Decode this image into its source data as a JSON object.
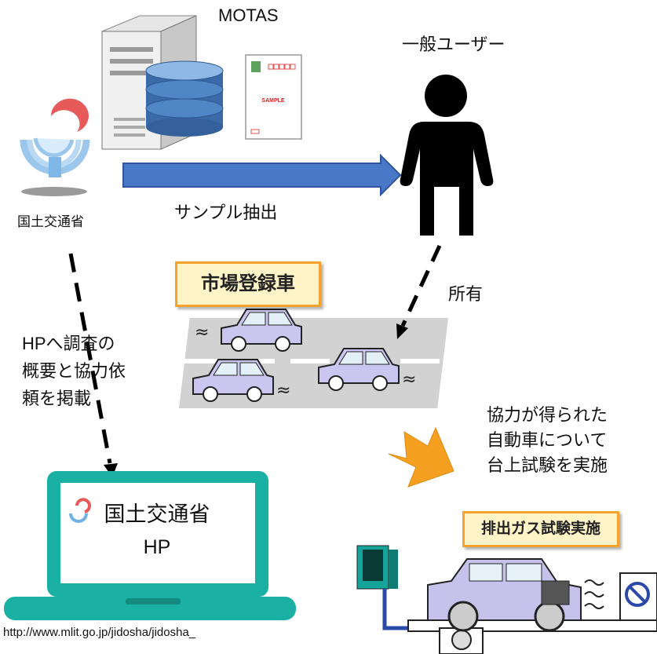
{
  "labels": {
    "motas": "MOTAS",
    "general_user": "一般ユーザー",
    "mlit": "国土交通省",
    "sample_extraction": "サンプル抽出",
    "market_cars": "市場登録車",
    "owned": "所有",
    "hp_publish": "HPへ調査の\n概要と協力依\n頼を掲載",
    "cooperation": "協力が得られた\n自動車について\n台上試験を実施",
    "exhaust_test": "排出ガス試験実施",
    "document_sample": "SAMPLE"
  },
  "laptop": {
    "title": "国土交通省",
    "subtitle": "HP",
    "url": "http://www.mlit.go.jp/jidosha/jidosha_"
  },
  "colors": {
    "arrow_blue": "#4a78c8",
    "orange_arrow": "#f5a020",
    "laptop_teal": "#1ab0a4",
    "car_fill": "#cbc6ef",
    "tag_border": "#f7a22a",
    "tag_fill": "#fff3c8"
  },
  "icons": [
    "server-icon",
    "database-icon",
    "document-icon",
    "person-icon",
    "mlit-logo-icon",
    "car-icon",
    "laptop-icon",
    "dynamometer-icon",
    "analyzer-icon"
  ]
}
